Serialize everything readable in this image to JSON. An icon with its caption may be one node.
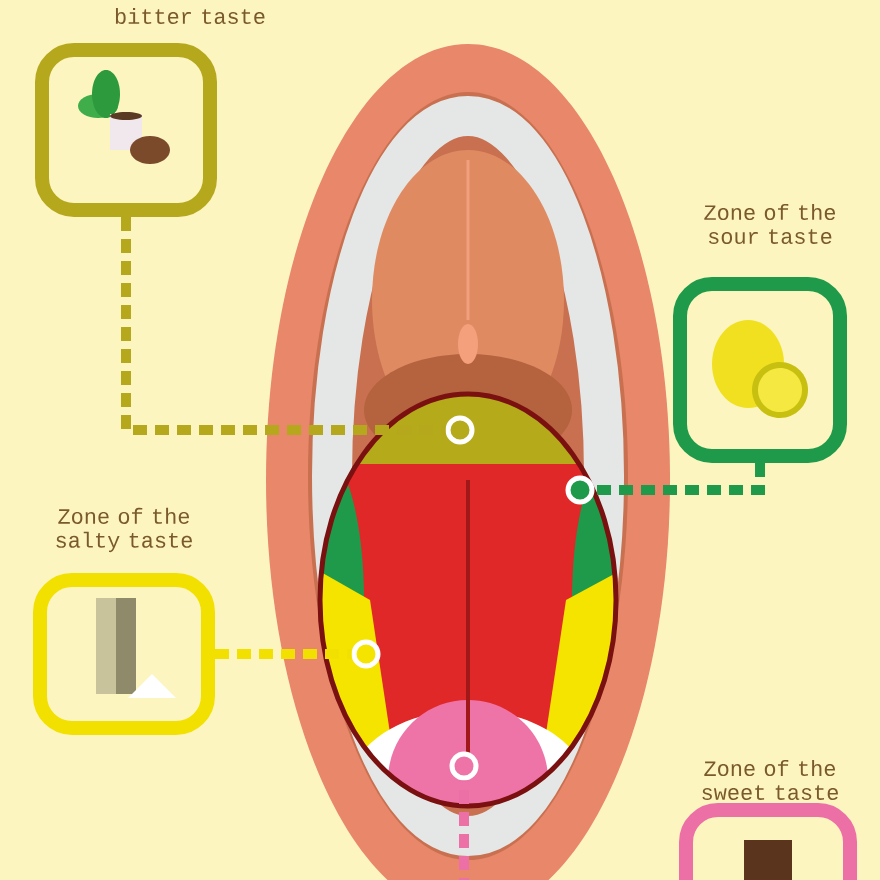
{
  "diagram": {
    "nodes": [
      {
        "text": [
          "bitter taste"
        ]
      },
      {
        "text": [
          "Zone of the sour taste"
        ]
      },
      {
        "text": [
          "Zone of the salty taste"
        ]
      },
      {
        "text": [
          "Zone of the sweet taste"
        ]
      },
      {
        "text": [],
        "shape": "circle"
      },
      {
        "text": [],
        "shape": "circle"
      },
      {
        "text": [],
        "shape": "circle"
      },
      {
        "text": [],
        "shape": "circle"
      }
    ],
    "edges": [
      {
        "from": 0,
        "to": 4,
        "arrow": "none",
        "style": "dashed",
        "color": "#b5a81c"
      },
      {
        "from": 1,
        "to": 5,
        "arrow": "none",
        "style": "dashed",
        "color": "#1f9a4a"
      },
      {
        "from": 2,
        "to": 6,
        "arrow": "none",
        "style": "dashed",
        "color": "#f2e000"
      },
      {
        "from": null,
        "to": 7,
        "arrow": "none",
        "style": "dashed",
        "color": "#ec6fa6"
      }
    ]
  }
}
